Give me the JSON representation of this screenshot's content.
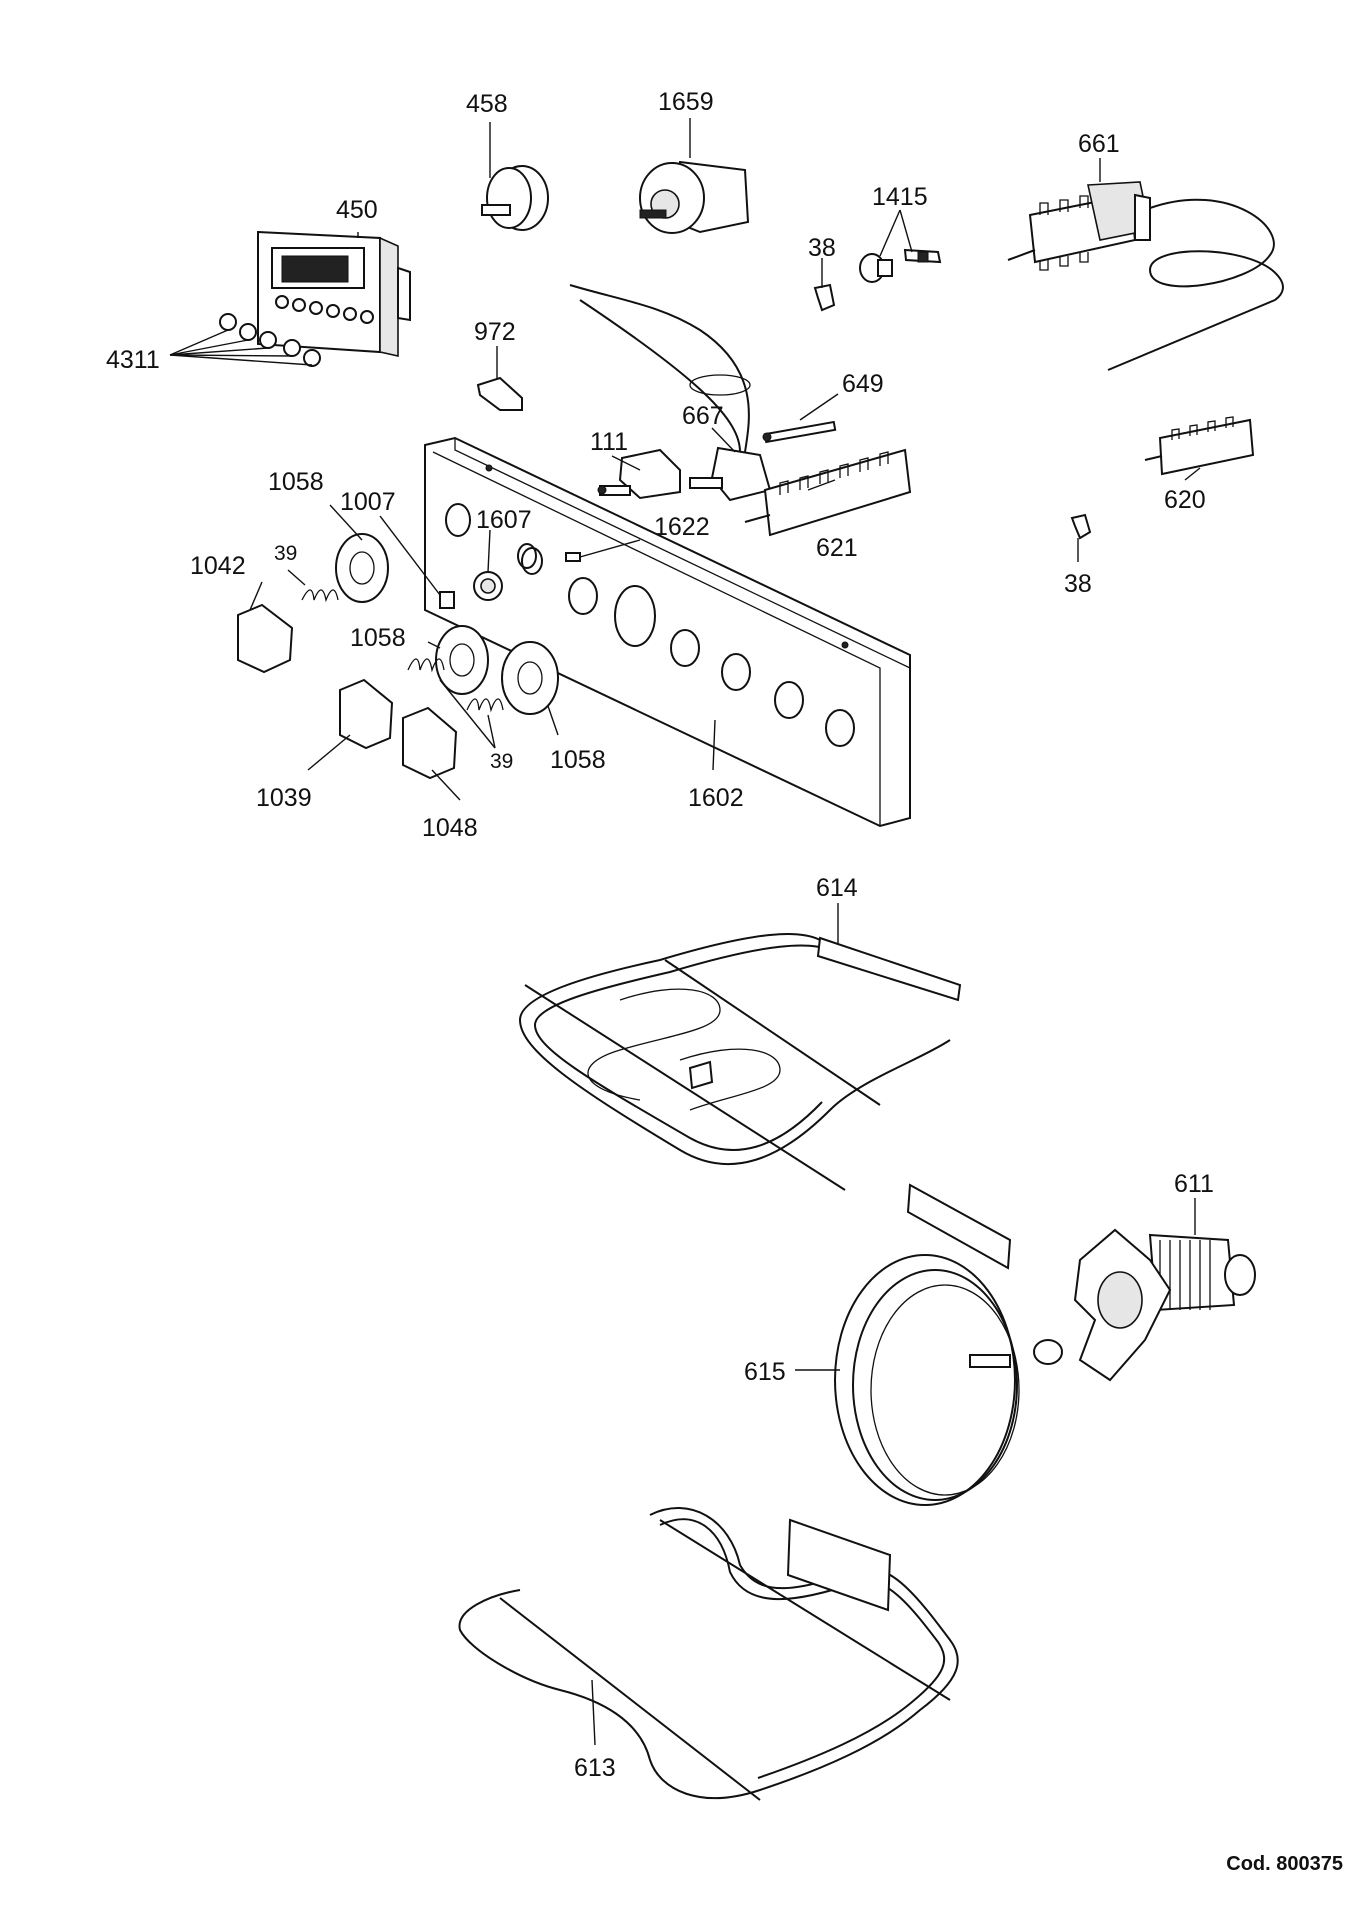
{
  "labels": {
    "p458": "458",
    "p1659": "1659",
    "p661": "661",
    "p450": "450",
    "p1415": "1415",
    "p38a": "38",
    "p4311": "4311",
    "p972": "972",
    "p649": "649",
    "p667": "667",
    "p111": "111",
    "p1058a": "1058",
    "p1007": "1007",
    "p1607": "1607",
    "p1622": "1622",
    "p621": "621",
    "p620": "620",
    "p38b": "38",
    "p1042": "1042",
    "p39a": "39",
    "p1058b": "1058",
    "p1039": "1039",
    "p39b": "39",
    "p1058c": "1058",
    "p1602": "1602",
    "p1048": "1048",
    "p614": "614",
    "p611": "611",
    "p615": "615",
    "p613": "613"
  },
  "footer": {
    "code": "Cod. 800375"
  }
}
